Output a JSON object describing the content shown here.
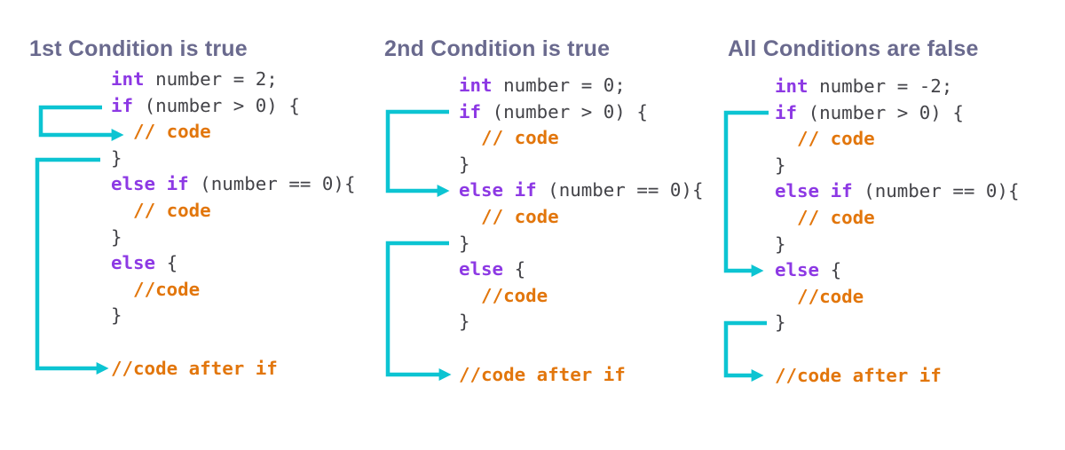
{
  "colors": {
    "keyword": "#8d39e4",
    "plain": "#434348",
    "comment": "#e2760c",
    "title": "#6a6a8e",
    "arrow": "#0cc4d2",
    "background": "#ffffff"
  },
  "panels": [
    {
      "id": "first-condition-true",
      "title": "1st Condition is true",
      "code_lines": [
        {
          "tokens": [
            {
              "text": "int",
              "type": "keyword"
            },
            {
              "text": " number = 2;",
              "type": "plain"
            }
          ]
        },
        {
          "tokens": [
            {
              "text": "if",
              "type": "keyword"
            },
            {
              "text": " (number > 0) {",
              "type": "plain"
            }
          ]
        },
        {
          "tokens": [
            {
              "text": "  ",
              "type": "plain"
            },
            {
              "text": "// code",
              "type": "comment"
            }
          ]
        },
        {
          "tokens": [
            {
              "text": "}",
              "type": "plain"
            }
          ]
        },
        {
          "tokens": [
            {
              "text": "else if",
              "type": "keyword"
            },
            {
              "text": " (number == 0){",
              "type": "plain"
            }
          ]
        },
        {
          "tokens": [
            {
              "text": "  ",
              "type": "plain"
            },
            {
              "text": "// code",
              "type": "comment"
            }
          ]
        },
        {
          "tokens": [
            {
              "text": "}",
              "type": "plain"
            }
          ]
        },
        {
          "tokens": [
            {
              "text": "else",
              "type": "keyword"
            },
            {
              "text": " {",
              "type": "plain"
            }
          ]
        },
        {
          "tokens": [
            {
              "text": "  ",
              "type": "plain"
            },
            {
              "text": "//code",
              "type": "comment"
            }
          ]
        },
        {
          "tokens": [
            {
              "text": "}",
              "type": "plain"
            }
          ]
        },
        {
          "tokens": []
        },
        {
          "tokens": [
            {
              "text": "//code after if",
              "type": "comment"
            }
          ]
        }
      ],
      "arrows": [
        {
          "name": "true-branch",
          "from": "if (number > 0) {",
          "to": "// code inside if block"
        },
        {
          "name": "exit-branch",
          "from": "} closing if block",
          "to": "//code after if"
        }
      ]
    },
    {
      "id": "second-condition-true",
      "title": "2nd Condition is true",
      "code_lines": [
        {
          "tokens": [
            {
              "text": "int",
              "type": "keyword"
            },
            {
              "text": " number = 0;",
              "type": "plain"
            }
          ]
        },
        {
          "tokens": [
            {
              "text": "if",
              "type": "keyword"
            },
            {
              "text": " (number > 0) {",
              "type": "plain"
            }
          ]
        },
        {
          "tokens": [
            {
              "text": "  ",
              "type": "plain"
            },
            {
              "text": "// code",
              "type": "comment"
            }
          ]
        },
        {
          "tokens": [
            {
              "text": "}",
              "type": "plain"
            }
          ]
        },
        {
          "tokens": [
            {
              "text": "else if",
              "type": "keyword"
            },
            {
              "text": " (number == 0){",
              "type": "plain"
            }
          ]
        },
        {
          "tokens": [
            {
              "text": "  ",
              "type": "plain"
            },
            {
              "text": "// code",
              "type": "comment"
            }
          ]
        },
        {
          "tokens": [
            {
              "text": "}",
              "type": "plain"
            }
          ]
        },
        {
          "tokens": [
            {
              "text": "else",
              "type": "keyword"
            },
            {
              "text": " {",
              "type": "plain"
            }
          ]
        },
        {
          "tokens": [
            {
              "text": "  ",
              "type": "plain"
            },
            {
              "text": "//code",
              "type": "comment"
            }
          ]
        },
        {
          "tokens": [
            {
              "text": "}",
              "type": "plain"
            }
          ]
        },
        {
          "tokens": []
        },
        {
          "tokens": [
            {
              "text": "//code after if",
              "type": "comment"
            }
          ]
        }
      ],
      "arrows": [
        {
          "name": "false-branch",
          "from": "if (number > 0) {",
          "to": "else if (number == 0){"
        },
        {
          "name": "exit-branch",
          "from": "} closing else-if block",
          "to": "//code after if"
        }
      ]
    },
    {
      "id": "all-conditions-false",
      "title": "All Conditions are false",
      "code_lines": [
        {
          "tokens": [
            {
              "text": "int",
              "type": "keyword"
            },
            {
              "text": " number = -2;",
              "type": "plain"
            }
          ]
        },
        {
          "tokens": [
            {
              "text": "if",
              "type": "keyword"
            },
            {
              "text": " (number > 0) {",
              "type": "plain"
            }
          ]
        },
        {
          "tokens": [
            {
              "text": "  ",
              "type": "plain"
            },
            {
              "text": "// code",
              "type": "comment"
            }
          ]
        },
        {
          "tokens": [
            {
              "text": "}",
              "type": "plain"
            }
          ]
        },
        {
          "tokens": [
            {
              "text": "else if",
              "type": "keyword"
            },
            {
              "text": " (number == 0){",
              "type": "plain"
            }
          ]
        },
        {
          "tokens": [
            {
              "text": "  ",
              "type": "plain"
            },
            {
              "text": "// code",
              "type": "comment"
            }
          ]
        },
        {
          "tokens": [
            {
              "text": "}",
              "type": "plain"
            }
          ]
        },
        {
          "tokens": [
            {
              "text": "else",
              "type": "keyword"
            },
            {
              "text": " {",
              "type": "plain"
            }
          ]
        },
        {
          "tokens": [
            {
              "text": "  ",
              "type": "plain"
            },
            {
              "text": "//code",
              "type": "comment"
            }
          ]
        },
        {
          "tokens": [
            {
              "text": "}",
              "type": "plain"
            }
          ]
        },
        {
          "tokens": []
        },
        {
          "tokens": [
            {
              "text": "//code after if",
              "type": "comment"
            }
          ]
        }
      ],
      "arrows": [
        {
          "name": "false-branch",
          "from": "if (number > 0) {",
          "to": "else {"
        },
        {
          "name": "exit-branch",
          "from": "} closing else block",
          "to": "//code after if"
        }
      ]
    }
  ]
}
